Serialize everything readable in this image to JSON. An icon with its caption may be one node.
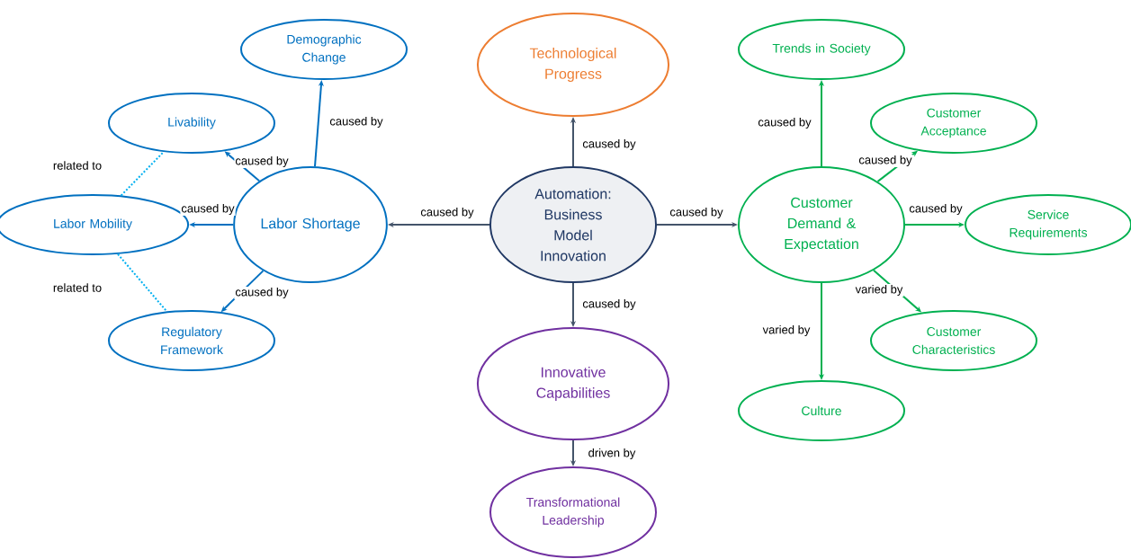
{
  "diagram": {
    "nodes": [
      {
        "text": [
          "Automation: Business Model Innovation"
        ]
      },
      {
        "text": [
          "Technological Progress"
        ]
      },
      {
        "text": [
          "Innovative Capabilities"
        ]
      },
      {
        "text": [
          "Transformational Leadership"
        ]
      },
      {
        "text": [
          "Labor Shortage"
        ]
      },
      {
        "text": [
          "Demographic Change"
        ]
      },
      {
        "text": [
          "Livability"
        ]
      },
      {
        "text": [
          "Labor Mobility"
        ]
      },
      {
        "text": [
          "Regulatory Framework"
        ]
      },
      {
        "text": [
          "Customer Demand & Expectation"
        ]
      },
      {
        "text": [
          "Trends in Society"
        ]
      },
      {
        "text": [
          "Customer Acceptance"
        ]
      },
      {
        "text": [
          "Service Requirements"
        ]
      },
      {
        "text": [
          "Customer Characteristics"
        ]
      },
      {
        "text": [
          "Culture"
        ]
      }
    ],
    "edges": [
      {
        "from": 0,
        "to": 1,
        "arrow": "to",
        "label": "caused by"
      },
      {
        "from": 0,
        "to": 2,
        "arrow": "to",
        "label": "caused by"
      },
      {
        "from": 2,
        "to": 3,
        "arrow": "to",
        "label": "driven by"
      },
      {
        "from": 0,
        "to": 4,
        "arrow": "to",
        "label": "caused by"
      },
      {
        "from": 0,
        "to": 9,
        "arrow": "to",
        "label": "caused by"
      },
      {
        "from": 4,
        "to": 5,
        "arrow": "to",
        "label": "caused by",
        "color": "#0070c0"
      },
      {
        "from": 4,
        "to": 6,
        "arrow": "to",
        "label": "caused by",
        "color": "#0070c0"
      },
      {
        "from": 4,
        "to": 7,
        "arrow": "to",
        "label": "caused by",
        "color": "#0070c0"
      },
      {
        "from": 4,
        "to": 8,
        "arrow": "to",
        "label": "caused by",
        "color": "#0070c0"
      },
      {
        "from": 7,
        "to": 6,
        "arrow": "none",
        "label": "related to",
        "style": "dashed",
        "color": "#00b0f0"
      },
      {
        "from": 7,
        "to": 8,
        "arrow": "none",
        "label": "related to",
        "style": "dashed",
        "color": "#00b0f0"
      },
      {
        "from": 9,
        "to": 10,
        "arrow": "to",
        "label": "caused by",
        "color": "#00b050"
      },
      {
        "from": 9,
        "to": 11,
        "arrow": "to",
        "label": "caused by",
        "color": "#00b050"
      },
      {
        "from": 9,
        "to": 12,
        "arrow": "to",
        "label": "caused by",
        "color": "#00b050"
      },
      {
        "from": 9,
        "to": 13,
        "arrow": "to",
        "label": "varied by",
        "color": "#00b050"
      },
      {
        "from": 9,
        "to": 14,
        "arrow": "to",
        "label": "varied by",
        "color": "#00b050"
      }
    ]
  }
}
